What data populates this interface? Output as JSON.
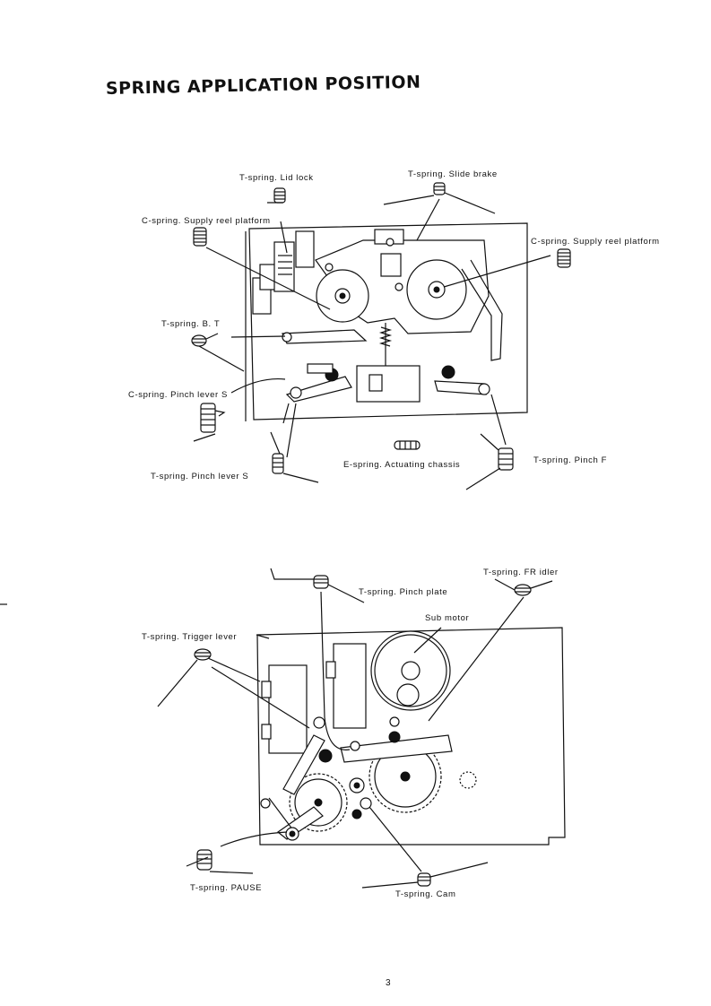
{
  "title": "SPRING APPLICATION POSITION",
  "page_number": "3",
  "top_diagram": {
    "labels": {
      "lid_lock": "T-spring. Lid lock",
      "slide_brake": "T-spring. Slide brake",
      "supply_reel_left": "C-spring. Supply reel platform",
      "supply_reel_right": "C-spring. Supply reel  platform",
      "bt": "T-spring. B. T",
      "pinch_lever_s_c": "C-spring. Pinch lever  S",
      "pinch_lever_s_t": "T-spring. Pinch lever  S",
      "actuating_chassis": "E-spring.  Actuating chassis",
      "pinch_f": "T-spring. Pinch  F"
    }
  },
  "bottom_diagram": {
    "labels": {
      "pinch_plate": "T-spring. Pinch plate",
      "fr_idler": "T-spring. FR idler",
      "sub_motor": "Sub  motor",
      "trigger_lever": "T-spring. Trigger  lever",
      "pause": "T-spring. PAUSE",
      "cam": "T-spring. Cam"
    }
  }
}
